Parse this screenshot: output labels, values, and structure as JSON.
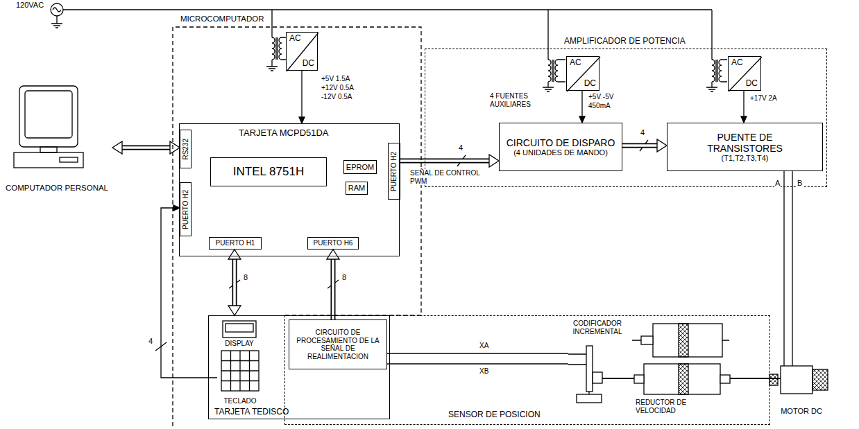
{
  "diagram": {
    "nodes": [
      {
        "text": [
          "MICROCOMPUTADOR"
        ]
      },
      {
        "text": [
          "AC",
          "DC"
        ],
        "in": 0
      },
      {
        "text": [
          "TARJETA MCPD51DA"
        ],
        "in": 0
      },
      {
        "text": [
          "RS232"
        ],
        "in": 2
      },
      {
        "text": [
          "PUERTO H2"
        ],
        "in": 2
      },
      {
        "text": [
          "INTEL 8751H"
        ],
        "in": 2
      },
      {
        "text": [
          "EPROM"
        ],
        "in": 2
      },
      {
        "text": [
          "RAM"
        ],
        "in": 2
      },
      {
        "text": [
          "PUERTO H2"
        ],
        "in": 2
      },
      {
        "text": [
          "PUERTO H1"
        ],
        "in": 2
      },
      {
        "text": [
          "PUERTO H6"
        ],
        "in": 2
      },
      {
        "text": [
          "TARJETA TEDISCO"
        ],
        "in": 0
      },
      {
        "text": [
          "DISPLAY"
        ],
        "in": 11
      },
      {
        "text": [
          "TECLADO"
        ],
        "in": 11
      },
      {
        "text": [
          "CIRCUITO DE PROCESAMIENTO DE LA SEÑAL DE REALIMENTACION"
        ],
        "in": 11
      },
      {
        "text": [
          "COMPUTADOR PERSONAL"
        ]
      },
      {
        "text": [
          "AMPLIFICADOR DE POTENCIA"
        ]
      },
      {
        "text": [
          "AC",
          "DC"
        ],
        "in": 16
      },
      {
        "text": [
          "AC",
          "DC"
        ],
        "in": 16
      },
      {
        "text": [
          "CIRCUITO DE DISPARO",
          "(4 UNIDADES DE MANDO)"
        ],
        "in": 16
      },
      {
        "text": [
          "PUENTE DE TRANSISTORES",
          "(T1,T2,T3,T4)"
        ],
        "in": 16
      },
      {
        "text": [
          "SENSOR DE POSICION"
        ]
      },
      {
        "text": [
          "CODIFICADOR INCREMENTAL"
        ],
        "in": 21
      },
      {
        "text": [
          "REDUCTOR DE VELOCIDAD"
        ],
        "in": 21
      },
      {
        "text": [
          "MOTOR DC"
        ]
      }
    ],
    "edges": [
      {
        "from": 15,
        "to": 3,
        "arrow": "both"
      },
      {
        "from": 1,
        "to": 2,
        "arrow": "to"
      },
      {
        "from": 8,
        "to": 19,
        "arrow": "to",
        "label": "SEÑAL DE CONTROL PWM"
      },
      {
        "from": 19,
        "to": 20,
        "arrow": "to"
      },
      {
        "from": 17,
        "to": 19,
        "arrow": "to"
      },
      {
        "from": 18,
        "to": 20,
        "arrow": "to"
      },
      {
        "from": 9,
        "to": 11,
        "arrow": "both"
      },
      {
        "from": 14,
        "to": 10,
        "arrow": "to"
      },
      {
        "from": 13,
        "to": 4,
        "arrow": "to"
      },
      {
        "from": 22,
        "to": 14,
        "arrow": "none",
        "label": "XA"
      },
      {
        "from": 22,
        "to": 14,
        "arrow": "none",
        "label": "XB"
      },
      {
        "from": 20,
        "to": 24,
        "arrow": "none",
        "label": "A"
      },
      {
        "from": 20,
        "to": 24,
        "arrow": "none",
        "label": "B"
      }
    ],
    "labels": [
      "120VAC",
      "+5V 1.5A",
      "+12V 0.5A",
      "-12V 0.5A",
      "4 FUENTES AUXILIARES",
      "+5V -5V",
      "450mA",
      "+17V 2A",
      "4",
      "4",
      "8",
      "8",
      "4"
    ]
  }
}
